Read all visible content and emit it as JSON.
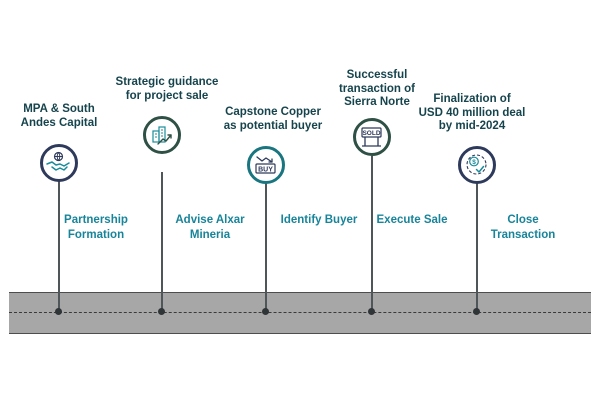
{
  "colors": {
    "road": "#a7a7a7",
    "road_edge": "#4d4d4d",
    "heading_text": "#16444d",
    "stage_text": "#17849a",
    "ring_navy": "#2e3a5b",
    "ring_green": "#2f5145",
    "ring_teal": "#19757f",
    "icon_teal": "#1a8b9a"
  },
  "milestones": [
    {
      "heading": [
        "MPA & South",
        "Andes Capital"
      ],
      "stage": [
        "Partnership",
        "Formation"
      ],
      "icon": "handshake-globe-icon",
      "ring": "#2e3a5b"
    },
    {
      "heading": [
        "Strategic guidance",
        "for project sale"
      ],
      "stage": [
        "Advise Alxar",
        "Mineria"
      ],
      "icon": "growth-buildings-icon",
      "ring": "#2f5145"
    },
    {
      "heading": [
        "Capstone Copper",
        "as potential buyer"
      ],
      "stage": [
        "Identify Buyer"
      ],
      "icon": "buy-sign-icon",
      "ring": "#19757f",
      "icon_text": "BUY"
    },
    {
      "heading": [
        "Successful",
        "transaction of",
        "Sierra Norte"
      ],
      "stage": [
        "Execute Sale"
      ],
      "icon": "sold-sign-icon",
      "ring": "#2f5145",
      "icon_text": "SOLD"
    },
    {
      "heading": [
        "Finalization of",
        "USD 40 million deal",
        "by mid-2024"
      ],
      "stage": [
        "Close",
        "Transaction"
      ],
      "icon": "money-check-icon",
      "ring": "#2e3a5b",
      "icon_text": "$"
    }
  ]
}
